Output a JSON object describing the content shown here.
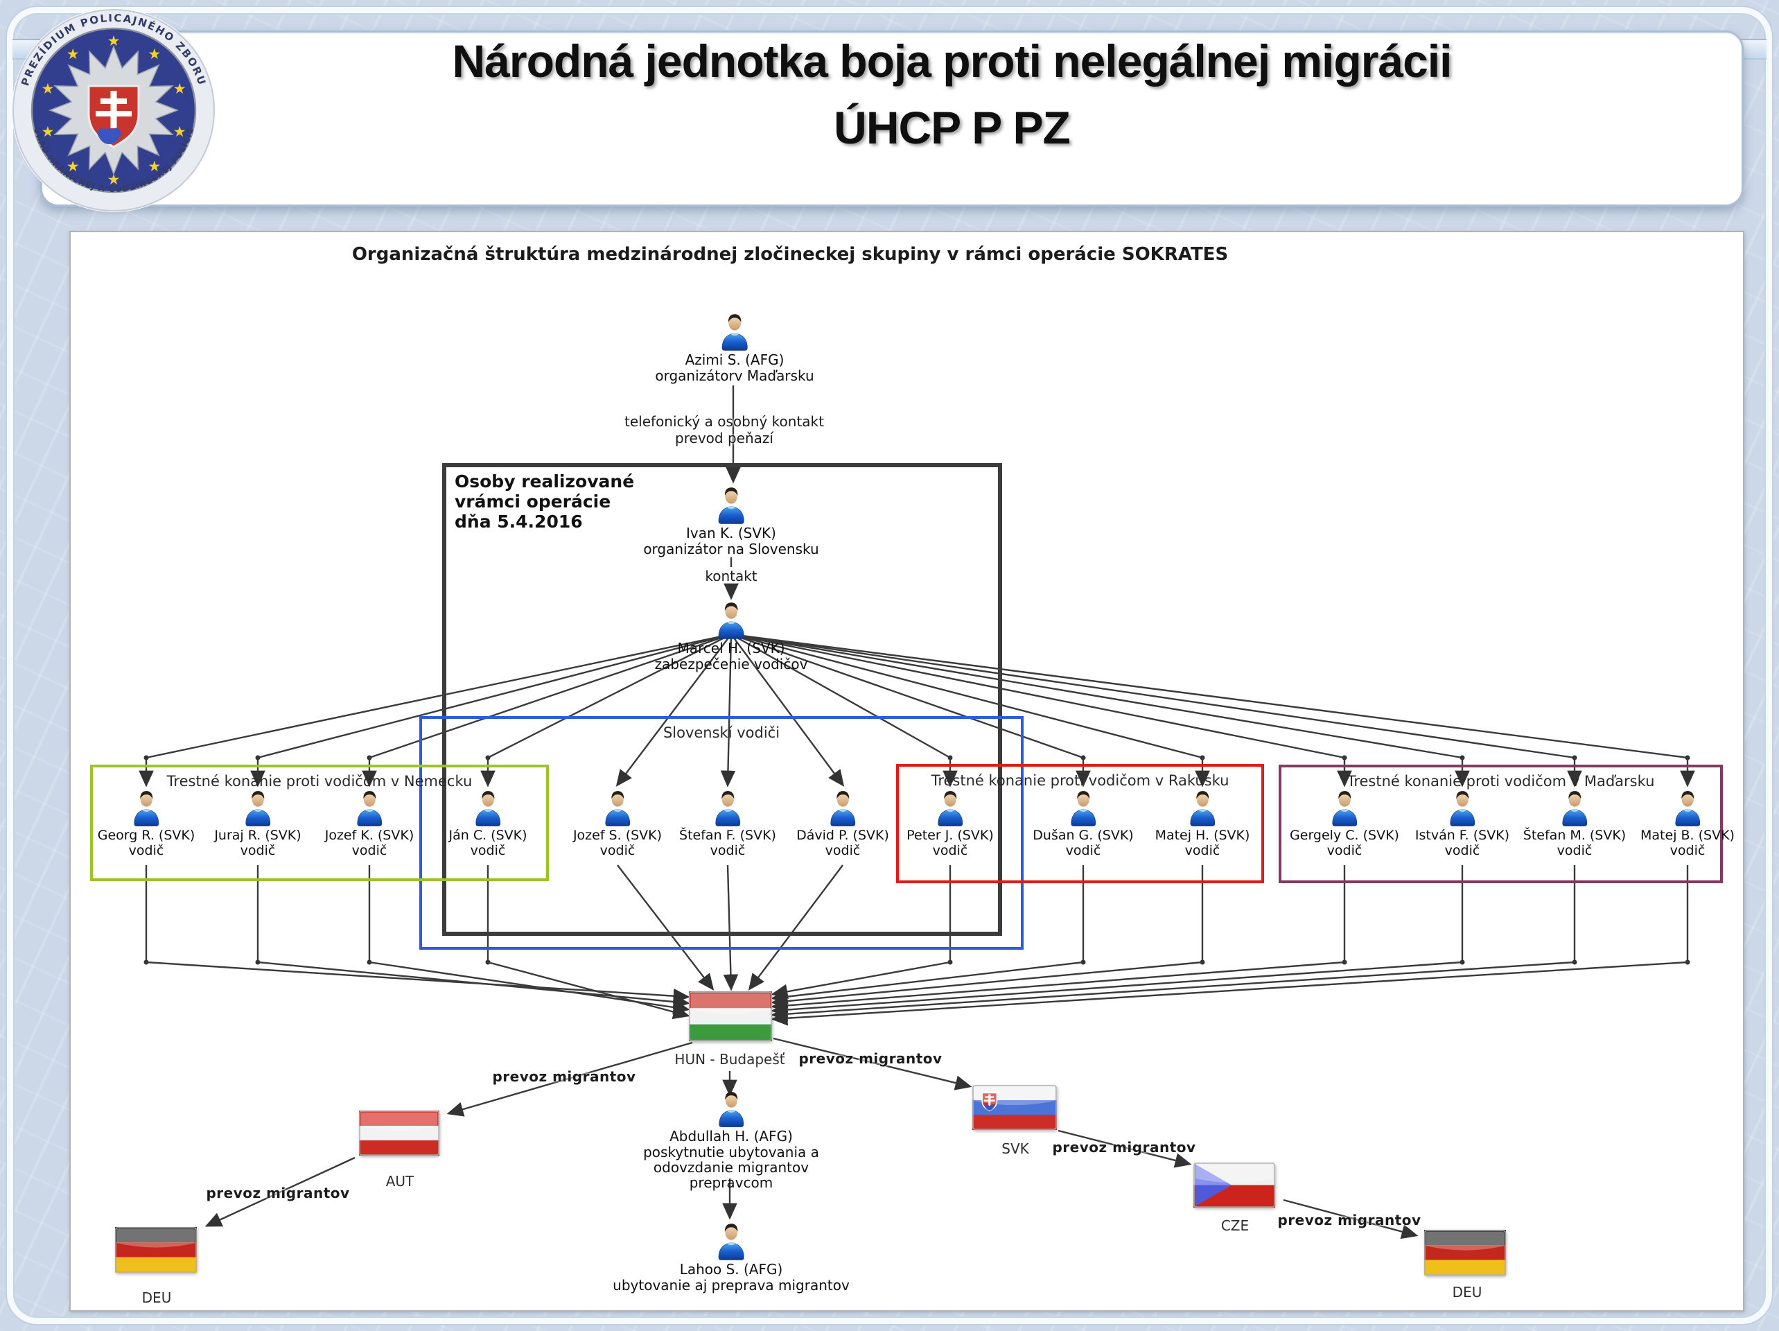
{
  "header": {
    "title_line1": "Národná jednotka boja proti nelegálnej migrácii",
    "title_line2": "ÚHCP P PZ",
    "logo_text_top": "PREZÍDIUM POLICAJNÉHO ZBORU",
    "logo_text_bottom": "ÚRAD HRANIČNEJ A CUDZINECKEJ POLÍCIE"
  },
  "diagram": {
    "title": "Organizačná štruktúra medzinárodnej zločineckej skupiny v rámci operácie SOKRATES",
    "top_chain": [
      {
        "name": "Azimi S. (AFG)",
        "role": "organizátorv Maďarsku"
      },
      {
        "name": "Ivan K. (SVK)",
        "role": "organizátor na Slovensku"
      },
      {
        "name": "Marcel H. (SVK)",
        "role": "zabezpečenie vodičov"
      }
    ],
    "edge_labels": {
      "azimi_ivan": "telefonický a osobný kontakt\nprevod peňazí",
      "ivan_marcel": "kontakt",
      "transport": "prevoz migrantov"
    },
    "groups": {
      "operation_box": {
        "label": "Osoby realizované\nvrámci operácie\ndňa 5.4.2016",
        "color": "#3c3c3c"
      },
      "slovak_drivers": {
        "label": "Slovenskí vodiči",
        "color": "#2b5be0"
      },
      "germany": {
        "label": "Trestné konanie proti vodičom v Nemecku",
        "color": "#9cc32b"
      },
      "austria": {
        "label": "Trestné konanie proti vodičom v Rakúsku",
        "color": "#df1d1d"
      },
      "hungary": {
        "label": "Trestné konanie proti vodičom v Maďarsku",
        "color": "#833a60"
      }
    },
    "drivers": [
      {
        "name": "Georg R. (SVK)",
        "role": "vodič"
      },
      {
        "name": "Juraj R. (SVK)",
        "role": "vodič"
      },
      {
        "name": "Jozef K. (SVK)",
        "role": "vodič"
      },
      {
        "name": "Ján C. (SVK)",
        "role": "vodič"
      },
      {
        "name": "Jozef S. (SVK)",
        "role": "vodič"
      },
      {
        "name": "Štefan F. (SVK)",
        "role": "vodič"
      },
      {
        "name": "Dávid P. (SVK)",
        "role": "vodič"
      },
      {
        "name": "Peter J. (SVK)",
        "role": "vodič"
      },
      {
        "name": "Dušan G. (SVK)",
        "role": "vodič"
      },
      {
        "name": "Matej H. (SVK)",
        "role": "vodič"
      },
      {
        "name": "Gergely C. (SVK)",
        "role": "vodič"
      },
      {
        "name": "István F. (SVK)",
        "role": "vodič"
      },
      {
        "name": "Štefan M. (SVK)",
        "role": "vodič"
      },
      {
        "name": "Matej B. (SVK)",
        "role": "vodič"
      }
    ],
    "bottom_chain": [
      {
        "name": "Abdullah H. (AFG)",
        "role": "poskytnutie ubytovania a odovzdanie migrantov prepravcom"
      },
      {
        "name": "Lahoo S. (AFG)",
        "role": "ubytovanie aj preprava migrantov"
      }
    ],
    "flags": [
      {
        "code": "HUN",
        "label": "HUN  - Budapešť"
      },
      {
        "code": "AUT",
        "label": "AUT"
      },
      {
        "code": "DEU",
        "label": "DEU"
      },
      {
        "code": "SVK",
        "label": "SVK"
      },
      {
        "code": "CZE",
        "label": "CZE"
      },
      {
        "code": "DEU",
        "label": "DEU"
      }
    ]
  }
}
